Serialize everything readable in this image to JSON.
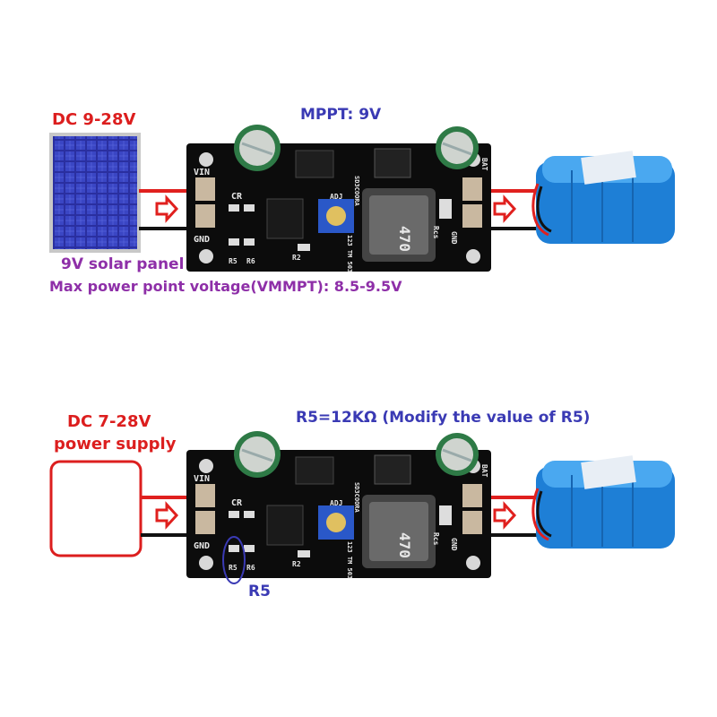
{
  "colors": {
    "red": "#dc1e1e",
    "blue": "#3a3ab4",
    "purple": "#8e2fa8",
    "pcb": "#0c0c0c",
    "battery": "#1e7fd6"
  },
  "top": {
    "input_label": "DC 9-28V",
    "mppt_label": "MPPT: 9V",
    "panel_label": "9V solar panel",
    "mpp_note": "Max power point voltage(VMMPT): 8.5-9.5V",
    "board": {
      "vin": "VIN",
      "gnd": "GND",
      "cr": "CR",
      "r5": "R5",
      "r6": "R6",
      "r2": "R2",
      "adj": "ADJ",
      "rcs": "Rcs",
      "bat": "BAT",
      "gnd2": "GND",
      "chip": "SD3COORA",
      "inductor": "470",
      "trim": "123 TM 503"
    }
  },
  "bottom": {
    "input_label_line1": "DC 7-28V",
    "input_label_line2": "power supply",
    "r5_note": "R5=12KΩ  (Modify the value of R5)",
    "r5_callout": "R5",
    "board": {
      "vin": "VIN",
      "gnd": "GND",
      "cr": "CR",
      "r5": "R5",
      "r6": "R6",
      "r2": "R2",
      "adj": "ADJ",
      "rcs": "Rcs",
      "bat": "BAT",
      "gnd2": "GND",
      "chip": "SD3COORA",
      "inductor": "470",
      "trim": "123 TM 503"
    }
  }
}
